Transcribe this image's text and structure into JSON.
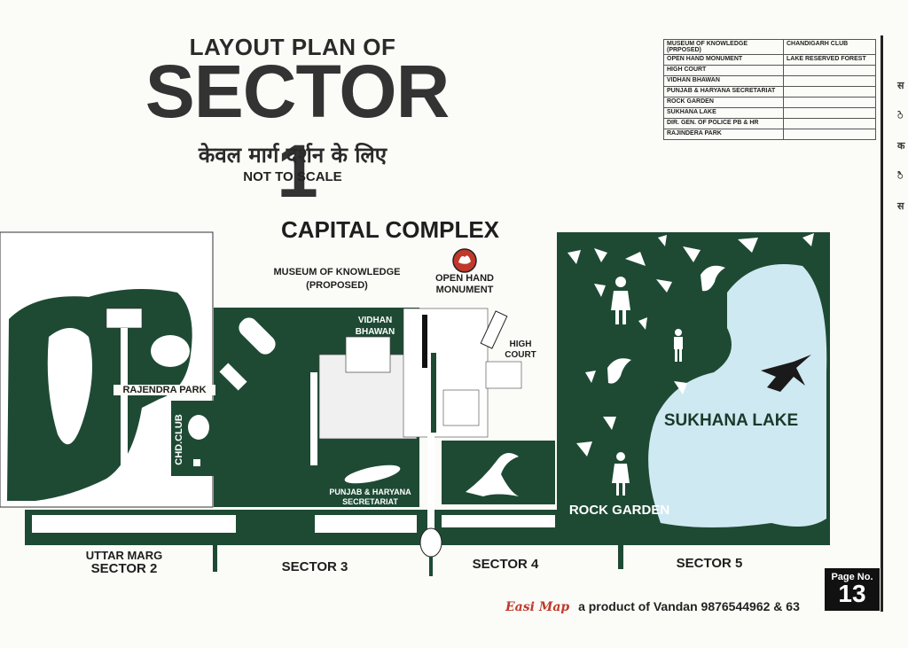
{
  "title": {
    "line1": "LAYOUT PLAN OF",
    "line2": "SECTOR 1",
    "hindi": "केवल मार्ग दर्शन के लिए",
    "scale_note": "NOT TO SCALE"
  },
  "legend_table": [
    [
      "MUSEUM OF KNOWLEDGE (PRPOSED)",
      "CHANDIGARH CLUB"
    ],
    [
      "OPEN HAND MONUMENT",
      "LAKE RESERVED FOREST"
    ],
    [
      "HIGH COURT",
      ""
    ],
    [
      "VIDHAN BHAWAN",
      ""
    ],
    [
      "PUNJAB & HARYANA SECRETARIAT",
      ""
    ],
    [
      "ROCK GARDEN",
      ""
    ],
    [
      "SUKHANA LAKE",
      ""
    ],
    [
      "DIR. GEN. OF POLICE PB & HR",
      ""
    ],
    [
      "RAJINDERA PARK",
      ""
    ]
  ],
  "map_labels": {
    "capital_complex": "CAPITAL COMPLEX",
    "museum": "MUSEUM OF KNOWLEDGE",
    "museum_sub": "(PROPOSED)",
    "open_hand_1": "OPEN HAND",
    "open_hand_2": "MONUMENT",
    "vidhan_1": "VIDHAN",
    "vidhan_2": "BHAWAN",
    "high_court_1": "HIGH",
    "high_court_2": "COURT",
    "rajendra_park": "RAJENDRA PARK",
    "chd_club": "CHD.CLUB",
    "secretariat_1": "PUNJAB & HARYANA",
    "secretariat_2": "SECRETARIAT",
    "sukhana_lake": "SUKHANA LAKE",
    "rock_garden": "ROCK GARDEN",
    "uttar_marg": "UTTAR MARG",
    "sector2": "SECTOR 2",
    "sector3": "SECTOR 3",
    "sector4": "SECTOR 4",
    "sector5": "SECTOR 5"
  },
  "page": {
    "label": "Page No.",
    "number": "13"
  },
  "footer": {
    "brand": "Easi Map",
    "text": "a product of Vandan 9876544962 & 63"
  },
  "side_chars": [
    "स",
    "े",
    "क",
    "ै",
    "स"
  ],
  "colors": {
    "green": "#1e4a34",
    "lake": "#cfe9f2",
    "paper": "#fbfbf7"
  }
}
